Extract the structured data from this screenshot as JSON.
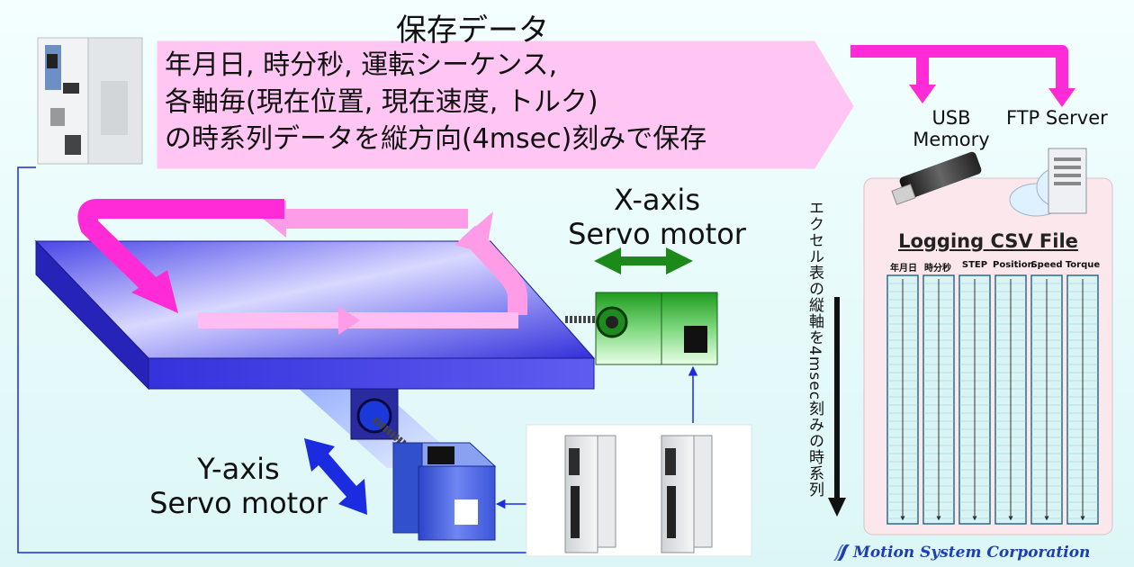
{
  "save_data_title": "保存データ",
  "banner_lines": [
    "年月日, 時分秒, 運転シーケンス,",
    "各軸毎(現在位置, 現在速度, トルク)",
    "の時系列データを縦方向(4msec)刻みで保存"
  ],
  "usb_label_line1": "USB",
  "usb_label_line2": "Memory",
  "ftp_label": "FTP Server",
  "x_axis_line1": "X-axis",
  "x_axis_line2": "Servo motor",
  "y_axis_line1": "Y-axis",
  "y_axis_line2": "Servo motor",
  "csv_title": "Logging CSV File",
  "csv_columns": [
    "年月日",
    "時分秒",
    "STEP",
    "Position",
    "Speed",
    "Torque"
  ],
  "vertical_note": "エクセル表の縦軸を4msec刻みの時系列",
  "company": "Motion System Corporation",
  "colors": {
    "magenta": "#ff2bd6",
    "pink_light": "#ffb6f0",
    "table_blue": "#3b37e0",
    "motor_green": "#2a9a2a",
    "motor_blue": "#3b55d8",
    "arrow_green": "#1b8a1b",
    "arrow_blue": "#1a2be0"
  }
}
